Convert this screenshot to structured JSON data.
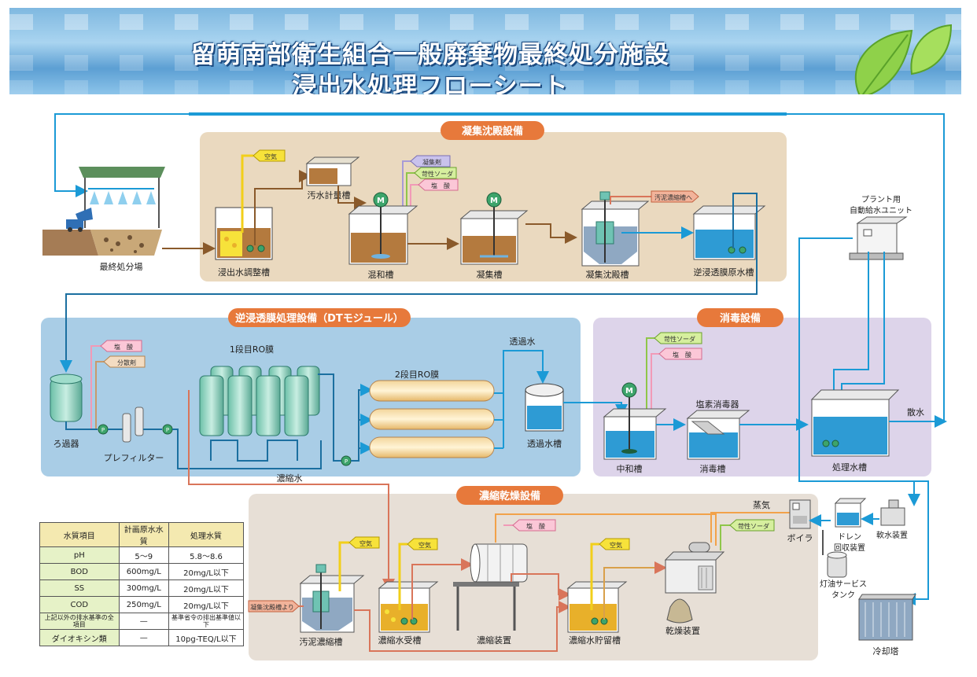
{
  "title": {
    "line1": "留萌南部衛生組合一般廃棄物最終処分施設",
    "line2": "浸出水処理フローシート"
  },
  "colors": {
    "pipe_blue": "#1b9ad6",
    "pipe_brown": "#8a5a2b",
    "pipe_red": "#d9755a",
    "section_tan": "#ead9bf",
    "section_blue": "#a9cde6",
    "section_purple": "#ddd4ea",
    "section_beige": "#e7dfd6",
    "header_orange": "#e7793b"
  },
  "sections": {
    "coag": "凝集沈殿設備",
    "ro": "逆浸透膜処理設備（DTモジュール）",
    "disinfect": "消毒設備",
    "concentrate": "濃縮乾燥設備"
  },
  "equipment": {
    "landfill": "最終処分場",
    "leachate_adjust": "浸出水調整槽",
    "sewage_meter": "汚水計量槽",
    "mixing": "混和槽",
    "coag_tank": "凝集槽",
    "coag_settle": "凝集沈殿槽",
    "ro_raw": "逆浸透膜原水槽",
    "plant_water_1": "プラント用",
    "plant_water_2": "自動給水ユニット",
    "filter": "ろ過器",
    "prefilter": "プレフィルター",
    "ro1": "1段目RO膜",
    "ro2": "2段目RO膜",
    "permeate": "透過水",
    "permeate_tank": "透過水槽",
    "concentrate_water": "濃縮水",
    "neutral": "中和槽",
    "chlorinator": "塩素消毒器",
    "disinfect_tank": "消毒槽",
    "treated_tank": "処理水槽",
    "spray": "散水",
    "sludge_thick": "汚泥濃縮槽",
    "conc_receive": "濃縮水受槽",
    "conc_device": "濃縮装置",
    "conc_store": "濃縮水貯留槽",
    "dryer": "乾燥装置",
    "steam": "蒸気",
    "boiler": "ボイラ",
    "drain_1": "ドレン",
    "drain_2": "回収装置",
    "softener": "軟水装置",
    "kerosene_1": "灯油サービス",
    "kerosene_2": "タンク",
    "cooling_tower": "冷却塔"
  },
  "chemicals": {
    "air": "空気",
    "coagulant": "凝集剤",
    "caustic": "苛性ソーダ",
    "hcl": "塩　酸",
    "dispersant": "分散剤",
    "to_sludge": "汚泥濃縮槽へ",
    "from_settle": "凝集沈殿槽より"
  },
  "motor_label": "M",
  "pump_label": "P",
  "quality_table": {
    "headers": [
      "水質項目",
      "計画原水水質",
      "処理水質"
    ],
    "rows": [
      {
        "item": "pH",
        "raw": "5～9",
        "treated": "5.8～8.6"
      },
      {
        "item": "BOD",
        "raw": "600mg/L",
        "treated": "20mg/L以下"
      },
      {
        "item": "SS",
        "raw": "300mg/L",
        "treated": "20mg/L以下"
      },
      {
        "item": "COD",
        "raw": "250mg/L",
        "treated": "20mg/L以下"
      },
      {
        "item": "上記以外の排水基準の全項目",
        "raw": "—",
        "treated": "基準省令の排出基準値以下"
      },
      {
        "item": "ダイオキシン類",
        "raw": "—",
        "treated": "10pg-TEQ/L以下"
      }
    ]
  }
}
